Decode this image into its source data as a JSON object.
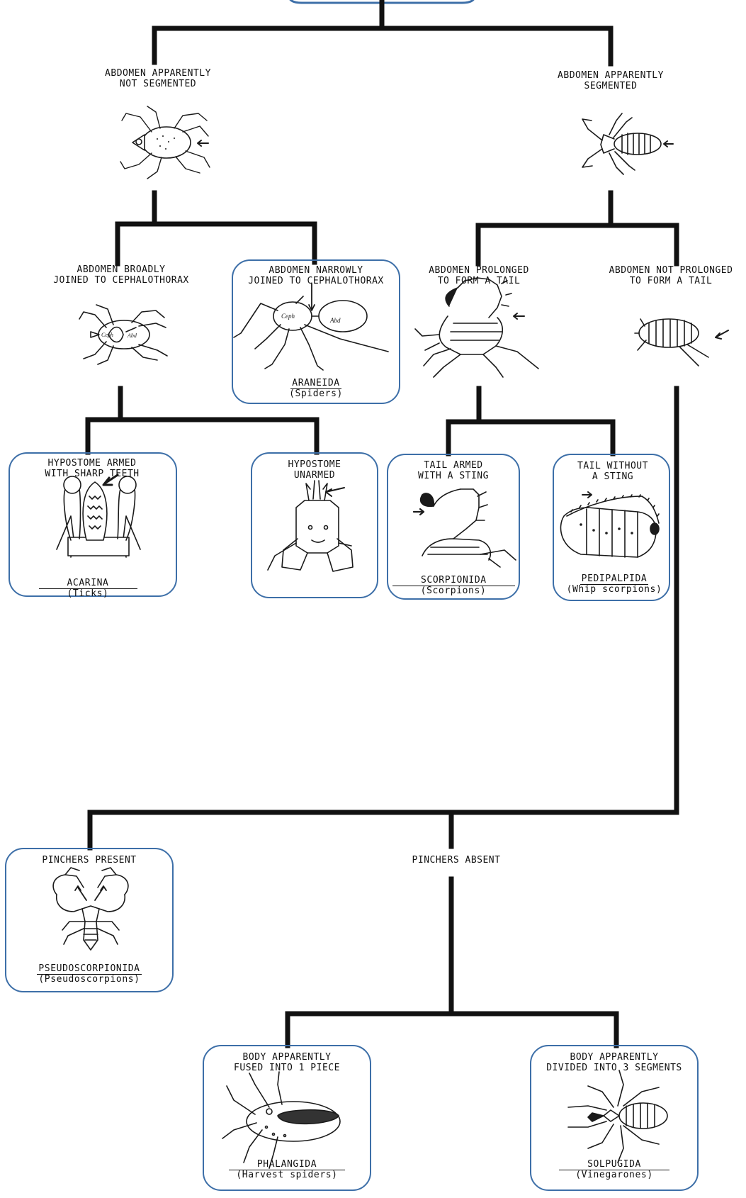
{
  "criteria": {
    "abd_not_segmented": "ABDOMEN APPARENTLY\nNOT SEGMENTED",
    "abd_segmented": "ABDOMEN APPARENTLY\nSEGMENTED",
    "abd_broadly_joined": "ABDOMEN BROADLY\nJOINED TO CEPHALOTHORAX",
    "abd_narrowly_joined": "ABDOMEN NARROWLY\nJOINED TO CEPHALOTHORAX",
    "abd_prolonged_tail": "ABDOMEN PROLONGED\nTO FORM A TAIL",
    "abd_not_prolonged": "ABDOMEN NOT PROLONGED\nTO FORM A TAIL",
    "hypostome_armed": "HYPOSTOME ARMED\nWITH SHARP TEETH",
    "hypostome_unarmed": "HYPOSTOME\nUNARMED",
    "tail_sting": "TAIL ARMED\nWITH A STING",
    "tail_no_sting": "TAIL WITHOUT\nA STING",
    "pinchers_present": "PINCHERS PRESENT",
    "pinchers_absent": "PINCHERS ABSENT",
    "body_fused": "BODY APPARENTLY\nFUSED INTO 1 PIECE",
    "body_three_segments": "BODY APPARENTLY\nDIVIDED INTO 3 SEGMENTS"
  },
  "figure_labels": {
    "ceph": "Ceph",
    "abd": "Abd"
  },
  "orders": {
    "araneida": {
      "name": "ARANEIDA",
      "common": "(Spiders)"
    },
    "acarina": {
      "name": "ACARINA",
      "common": "(Ticks)"
    },
    "scorpionida": {
      "name": "SCORPIONIDA",
      "common": "(Scorpions)"
    },
    "pedipalpida": {
      "name": "PEDIPALPIDA",
      "common": "(Whip scorpions)"
    },
    "pseudoscorpionida": {
      "name": "PSEUDOSCORPIONIDA",
      "common": "(Pseudoscorpions)"
    },
    "phalangida": {
      "name": "PHALANGIDA",
      "common": "(Harvest spiders)"
    },
    "solpugida": {
      "name": "SOLPUGIDA",
      "common": "(Vinegarones)"
    }
  },
  "colors": {
    "connector": "#111111",
    "result_box_border": "#3d6fa8",
    "drawing_ink": "#1a1a1a"
  }
}
